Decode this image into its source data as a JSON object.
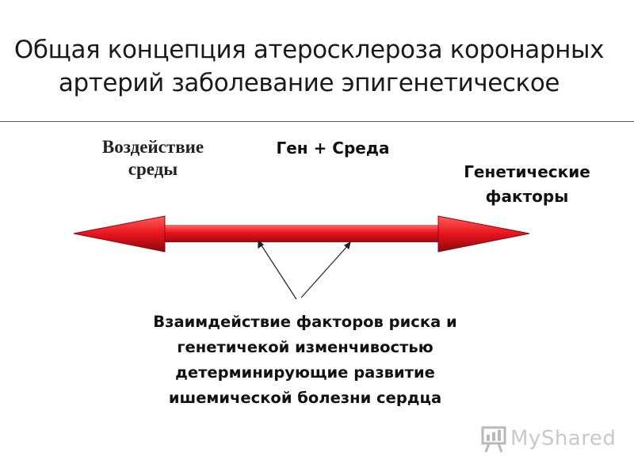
{
  "title": {
    "line1": "Общая концепция атеросклероза коронарных",
    "line2": "артерий заболевание эпигенетическое"
  },
  "labels": {
    "environment": [
      "Воздействие",
      "среды"
    ],
    "gene_plus_environment": "Ген + Среда",
    "genetic_factors": [
      "Генетические",
      "факторы"
    ]
  },
  "interaction": {
    "lines": [
      "Взаимдействие факторов риска и",
      "генетичекой изменчивостью",
      "детерминирующие развитие",
      "ишемической болезни сердца"
    ]
  },
  "watermark": {
    "text": "MyShared",
    "icon": "presentation-board-icon"
  },
  "colors": {
    "arrow_fill": "#e8141c",
    "arrow_dark": "#9c0a10",
    "watermark": "#c9c9c9"
  }
}
